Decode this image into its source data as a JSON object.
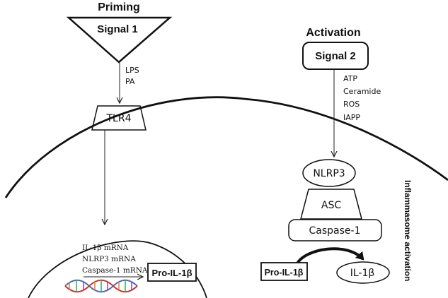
{
  "priming": {
    "heading": "Priming",
    "signal_label": "Signal 1",
    "ligands": [
      "LPS",
      "PA"
    ]
  },
  "activation": {
    "heading": "Activation",
    "signal_label": "Signal 2",
    "ligands": [
      "ATP",
      "Ceramide",
      "ROS",
      "IAPP"
    ]
  },
  "receptor": {
    "label": "TLR4"
  },
  "inflammasome": {
    "nlrp3": "NLRP3",
    "asc": "ASC",
    "caspase": "Caspase-1",
    "side_label": "Inflammasome activation"
  },
  "nucleus": {
    "mrna": [
      "IL-1β mRNA",
      "NLRP3 mRNA",
      "Caspase-1 mRNA"
    ],
    "dna_icon": "dna-helix-icon"
  },
  "products": {
    "pro_il1b_nucleus": "Pro-IL-1β",
    "pro_il1b_cyto": "Pro-IL-1β",
    "il1b": "IL-1β"
  }
}
